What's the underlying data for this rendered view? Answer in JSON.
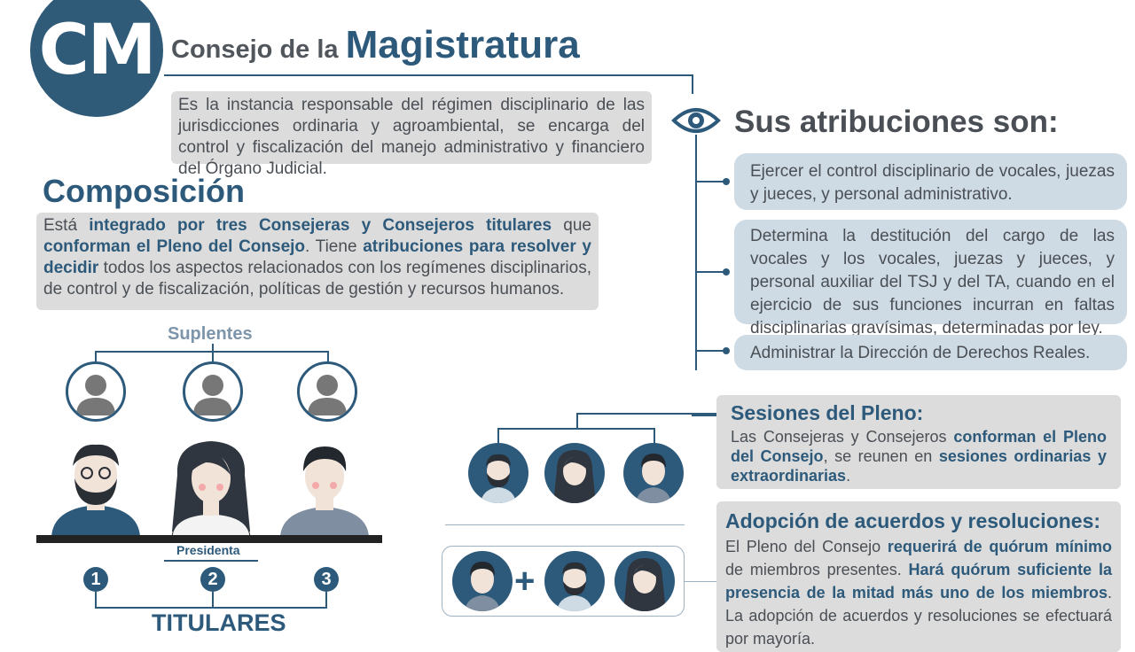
{
  "header": {
    "logo": "CM",
    "title_prefix": "Consejo de la ",
    "title_main": "Magistratura",
    "description": "Es la instancia responsable del régimen disciplinario de las jurisdicciones ordinaria y agroambiental, se encarga del control y fiscalización del manejo administrativo y financiero del Órgano Judicial."
  },
  "composicion": {
    "heading": "Composición",
    "p1": "Está ",
    "b1": "integrado por tres Consejeras y Consejeros titulares",
    "p2": " que ",
    "b2": "conforman el Pleno del Consejo",
    "p3": ". Tiene ",
    "b3": "atribuciones para resolver y decidir",
    "p4": " todos los aspectos relacionados con los regímenes disciplinarios, de control y de fiscalización, políticas de gestión y recursos humanos."
  },
  "org": {
    "suplentes": "Suplentes",
    "presidenta": "Presidenta",
    "titulares": "TITULARES",
    "numbers": [
      "1",
      "2",
      "3"
    ]
  },
  "atribuciones": {
    "heading": "Sus atribuciones son:",
    "items": [
      "Ejercer el control disciplinario de vocales, juezas y jueces, y personal administrativo.",
      "Determina la destitución del cargo de las vocales y los vocales, juezas y jueces, y personal auxiliar del TSJ y del TA, cuando en el ejercicio de sus funciones incurran en faltas disciplinarias gravísimas, determinadas por ley.",
      "Administrar la Dirección de Derechos Reales."
    ]
  },
  "sesiones": {
    "heading": "Sesiones del Pleno:",
    "p1": "Las Consejeras y Consejeros ",
    "b1": "conforman el Pleno del Consejo",
    "p2": ", se reunen en ",
    "b2": "sesiones ordinarias y extraordinarias",
    "p3": "."
  },
  "adopcion": {
    "heading": "Adopción de acuerdos y resoluciones:",
    "p1": "El Pleno del Consejo ",
    "b1": "requerirá de quórum mínimo",
    "p2": " de miembros presentes. ",
    "b2": "Hará quórum suficiente la presencia de la mitad más uno de los miembros",
    "p3": ". La adopción de acuerdos y resoluciones se efectuará por mayoría."
  },
  "plus": "+",
  "colors": {
    "primary": "#2d5a7b",
    "box_gray": "#dcdcdc",
    "box_blue": "#cfdbe4",
    "text": "#4a4f55"
  }
}
